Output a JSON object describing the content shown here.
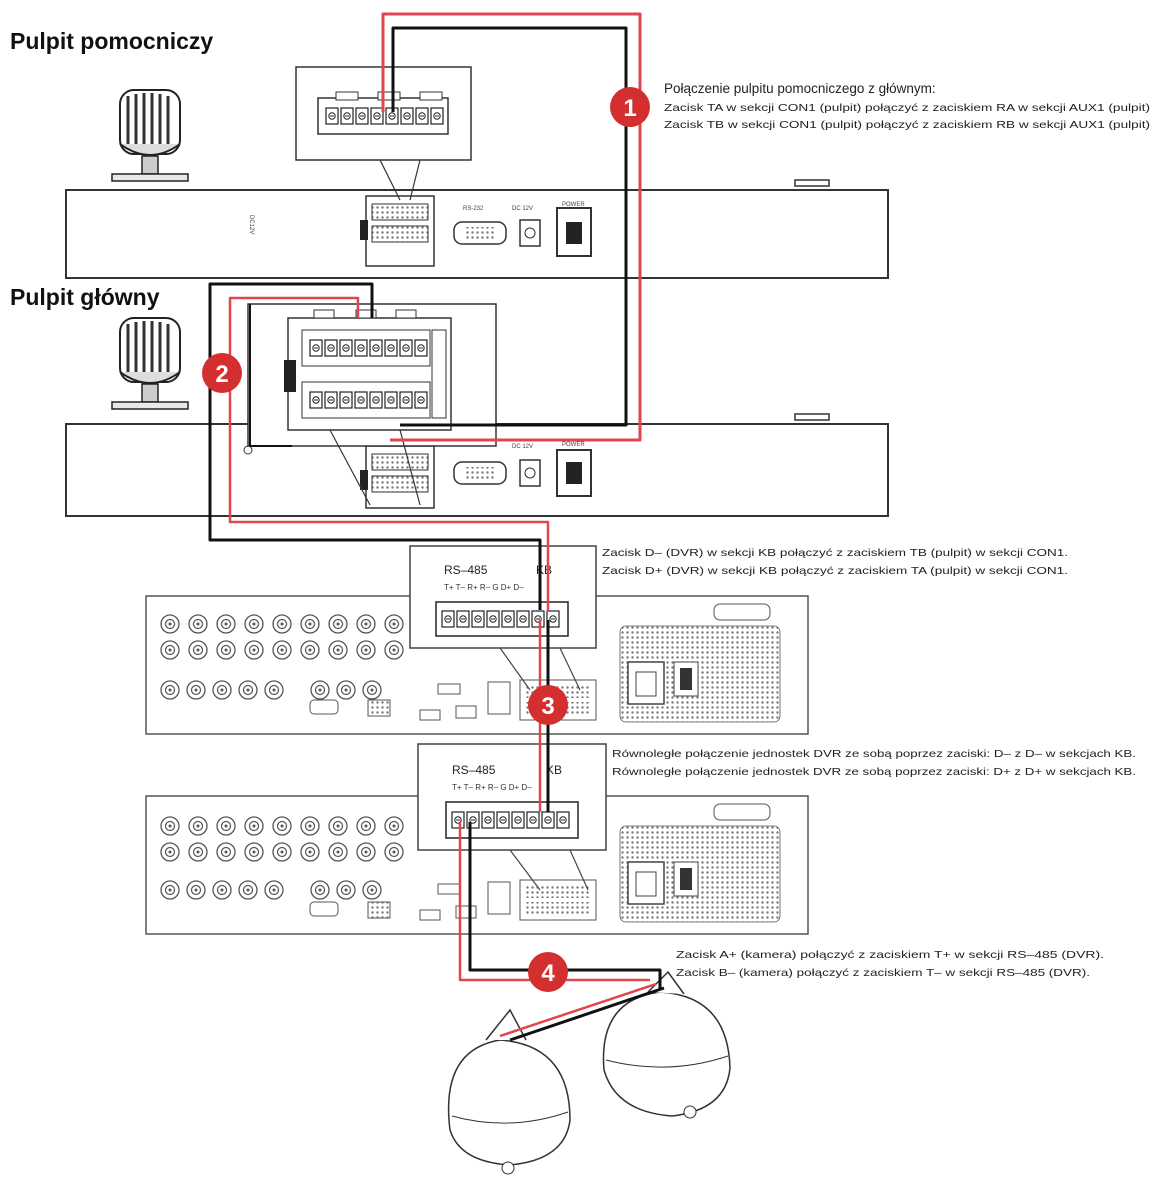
{
  "labels": {
    "aux_console": "Pulpit pomocniczy",
    "main_console": "Pulpit główny"
  },
  "notes": {
    "n1_title": "Połączenie pulpitu pomocniczego z głównym:",
    "n1_line1": "Zacisk TA w sekcji CON1 (pulpit) połączyć z zaciskiem RA w sekcji AUX1 (pulpit)",
    "n1_line2": "Zacisk TB w sekcji CON1 (pulpit) połączyć z zaciskiem RB w sekcji AUX1 (pulpit)",
    "n3_line1": "Zacisk D– (DVR) w sekcji KB połączyć z zaciskiem TB (pulpit) w sekcji CON1.",
    "n3_line2": "Zacisk D+ (DVR) w sekcji KB połączyć z zaciskiem TA (pulpit) w sekcji CON1.",
    "n3b_line1": "Równoległe połączenie jednostek DVR ze sobą poprzez zaciski: D– z D– w sekcjach KB.",
    "n3b_line2": "Równoległe połączenie jednostek DVR ze sobą poprzez zaciski: D+ z D+ w sekcjach KB.",
    "n4_line1": "Zacisk A+ (kamera) połączyć z zaciskiem T+ w sekcji RS–485 (DVR).",
    "n4_line2": "Zacisk B– (kamera) połączyć z zaciskiem T– w sekcji RS–485 (DVR)."
  },
  "terminal_blocks": {
    "rs485": "RS–485",
    "kb": "KB",
    "pins": "T+ T– R+ R– G  D+ D–"
  },
  "badges": [
    "1",
    "2",
    "3",
    "4"
  ],
  "colors": {
    "red_wire": "#e0464e",
    "black_wire": "#111111",
    "badge_fill": "#d32f2f",
    "outline": "#444444"
  }
}
